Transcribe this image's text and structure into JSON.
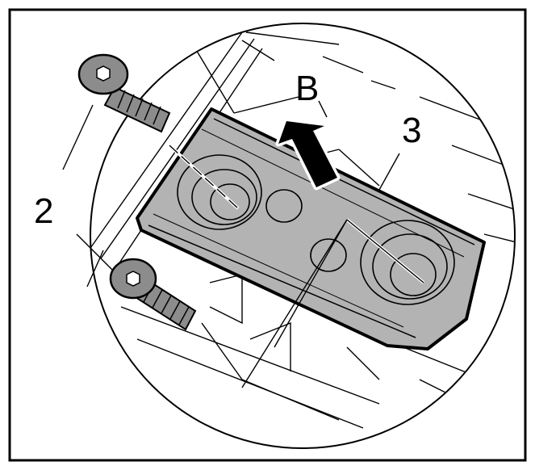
{
  "figure": {
    "callouts": {
      "screw": "2",
      "plate": "3",
      "direction": "B"
    },
    "colors": {
      "frame": "#000000",
      "background": "#ffffff",
      "plate_fill": "#b3b3b3",
      "screw_fill": "#8c8c8c",
      "line": "#000000"
    },
    "icons": [
      "screw-icon",
      "arrow-up-icon",
      "mounting-plate-icon"
    ]
  }
}
